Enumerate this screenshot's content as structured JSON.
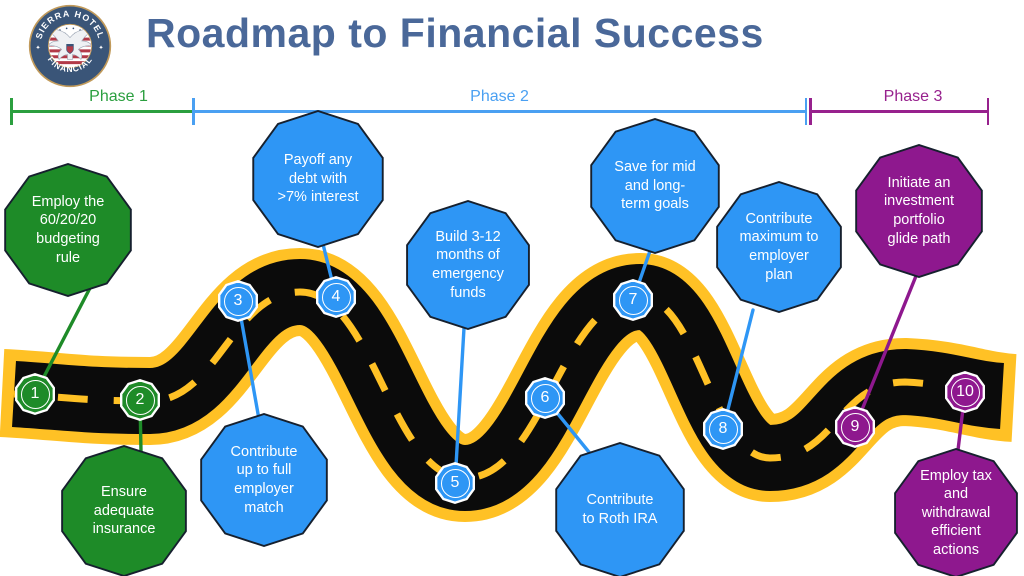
{
  "title": "Roadmap to Financial Success",
  "logo": {
    "top_text": "SIERRA HOTEL",
    "bottom_text": "FINANCIAL",
    "separator": "✦"
  },
  "phases": [
    {
      "label": "Phase 1",
      "color": "#2B9F3F"
    },
    {
      "label": "Phase 2",
      "color": "#4AA0F2"
    },
    {
      "label": "Phase 3",
      "color": "#97218D"
    }
  ],
  "milestones": [
    {
      "number": "1",
      "label": "Employ the\n60/20/20\nbudgeting\nrule",
      "group": "green"
    },
    {
      "number": "2",
      "label": "Ensure\nadequate\ninsurance",
      "group": "green"
    },
    {
      "number": "3",
      "label": "Contribute\nup to full\nemployer\nmatch",
      "group": "blue"
    },
    {
      "number": "4",
      "label": "Payoff any\ndebt with\n>7% interest",
      "group": "blue"
    },
    {
      "number": "5",
      "label": "Build 3-12\nmonths of\nemergency\nfunds",
      "group": "blue"
    },
    {
      "number": "6",
      "label": "Contribute\nto Roth IRA",
      "group": "blue"
    },
    {
      "number": "7",
      "label": "Save for mid\nand long-\nterm goals",
      "group": "blue"
    },
    {
      "number": "8",
      "label": "Contribute\nmaximum to\nemployer\nplan",
      "group": "blue"
    },
    {
      "number": "9",
      "label": "Initiate an\ninvestment\nportfolio\nglide path",
      "group": "purple"
    },
    {
      "number": "10",
      "label": "Employ tax\nand\nwithdrawal\nefficient\nactions",
      "group": "purple"
    }
  ],
  "colors": {
    "green": "#1E8B28",
    "blue": "#2E96F5",
    "purple": "#8E188E",
    "road_edge": "#FFC125",
    "road_asphalt": "#0B0B0B",
    "title_text": "#4A6899",
    "shape_outline": "#16202E"
  }
}
